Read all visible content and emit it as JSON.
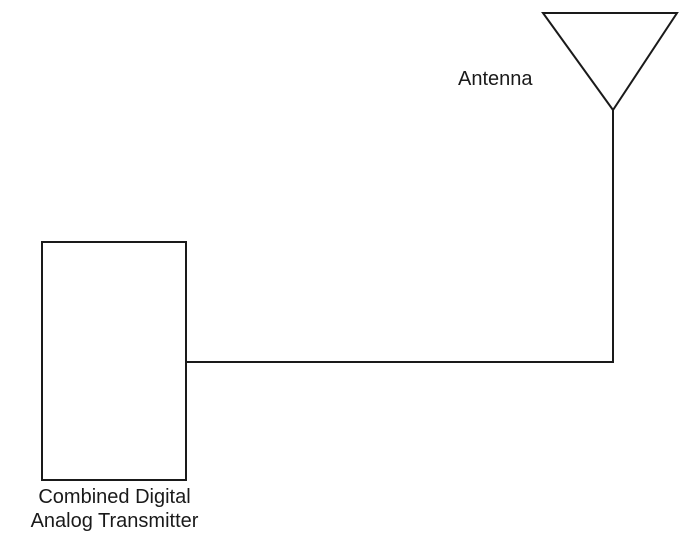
{
  "diagram": {
    "antenna": {
      "label": "Antenna"
    },
    "transmitter": {
      "label_line1": "Combined Digital",
      "label_line2": "Analog Transmitter"
    },
    "colors": {
      "stroke": "#1a1a1a",
      "background": "#ffffff"
    }
  }
}
